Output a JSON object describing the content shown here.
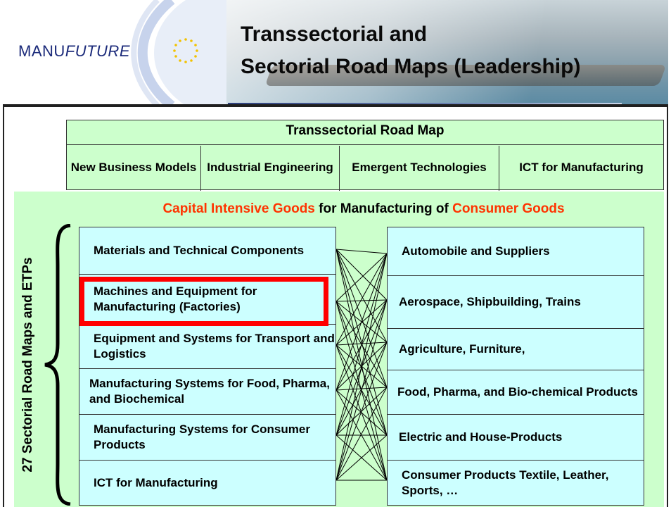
{
  "header": {
    "logo_part1": "MANU",
    "logo_part2": "FUTURE",
    "title_line1": "Transsectorial and",
    "title_line2": "Sectorial Road Maps (Leadership)"
  },
  "transsectorial": {
    "title": "Transsectorial Road Map",
    "columns": [
      "New Business Models",
      "Industrial Engineering",
      "Emergent Technologies",
      "ICT for Manufacturing"
    ]
  },
  "main": {
    "heading_part1": "Capital Intensive Goods",
    "heading_part2": " for Manufacturing of ",
    "heading_part3": "Consumer Goods",
    "vertical_label": "27 Sectorial Road Maps and ETPs",
    "left_items": [
      "Materials and Technical Components",
      "Machines and Equipment for Manufacturing (Factories)",
      "Equipment and Systems for Transport and Logistics",
      "Manufacturing Systems for Food, Pharma, and Biochemical",
      "Manufacturing Systems for Consumer Products",
      "ICT for Manufacturing"
    ],
    "right_items": [
      "Automobile and Suppliers",
      "Aerospace, Shipbuilding, Trains",
      "Agriculture, Furniture,",
      "Food, Pharma, and Bio-chemical Products",
      "Electric and House-Products",
      "Consumer Products Textile, Leather, Sports, …"
    ],
    "highlighted_item": "Machines and Equipment for Manufacturing (Factories)"
  },
  "colors": {
    "green_panel": "#ccffcc",
    "box_fill": "#ccffff",
    "highlight": "#ff0000",
    "heading_accent": "#ff3300"
  }
}
